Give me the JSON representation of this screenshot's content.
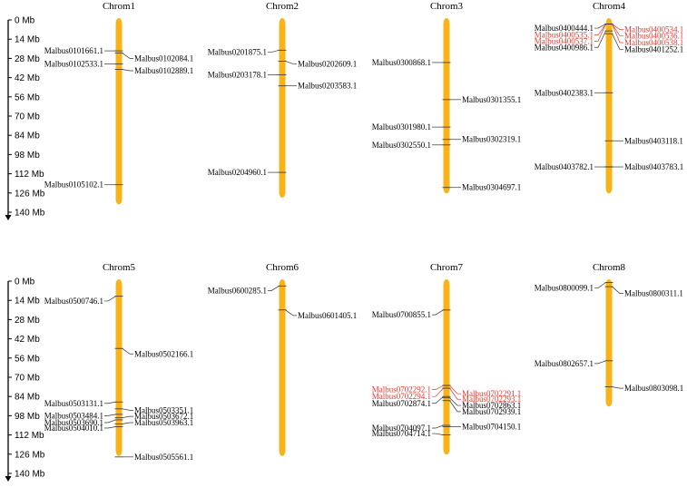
{
  "colors": {
    "chromosome": "#F8B318",
    "gene_default": "#000000",
    "gene_highlight": "#E03A2E",
    "axis": "#000000"
  },
  "y_axis": {
    "unit": "Mb",
    "ticks": [
      "0 Mb",
      "14 Mb",
      "28 Mb",
      "42 Mb",
      "56 Mb",
      "70 Mb",
      "84 Mb",
      "98 Mb",
      "112 Mb",
      "126 Mb",
      "140 Mb"
    ],
    "tick_values": [
      0,
      14,
      28,
      42,
      56,
      70,
      84,
      98,
      112,
      126,
      140
    ]
  },
  "panels": [
    {
      "chromosomes": [
        {
          "name": "Chrom1",
          "length_mb": 133,
          "genes": [
            {
              "id": "Malbus0101661.1",
              "pos": 22.5,
              "side": "left",
              "label_pos": 22.5
            },
            {
              "id": "Malbus0102084.1",
              "pos": 24,
              "side": "right",
              "label_pos": 28
            },
            {
              "id": "Malbus0102533.1",
              "pos": 32,
              "side": "left",
              "label_pos": 32
            },
            {
              "id": "Malbus0102889.1",
              "pos": 36,
              "side": "right",
              "label_pos": 37
            },
            {
              "id": "Malbus0105102.1",
              "pos": 120,
              "side": "left",
              "label_pos": 120
            }
          ]
        },
        {
          "name": "Chrom2",
          "length_mb": 128,
          "genes": [
            {
              "id": "Malbus0201875.1",
              "pos": 22,
              "side": "left",
              "label_pos": 23.5
            },
            {
              "id": "Malbus0202609.1",
              "pos": 30,
              "side": "right",
              "label_pos": 32
            },
            {
              "id": "Malbus0203178.1",
              "pos": 40,
              "side": "left",
              "label_pos": 40
            },
            {
              "id": "Malbus0203583.1",
              "pos": 48,
              "side": "right",
              "label_pos": 48
            },
            {
              "id": "Malbus0204960.1",
              "pos": 111,
              "side": "left",
              "label_pos": 111
            }
          ]
        },
        {
          "name": "Chrom3",
          "length_mb": 125,
          "genes": [
            {
              "id": "Malbus0300868.1",
              "pos": 31,
              "side": "left",
              "label_pos": 31
            },
            {
              "id": "Malbus0301355.1",
              "pos": 58,
              "side": "right",
              "label_pos": 58
            },
            {
              "id": "Malbus0301980.1",
              "pos": 78,
              "side": "left",
              "label_pos": 78
            },
            {
              "id": "Malbus0302319.1",
              "pos": 87,
              "side": "right",
              "label_pos": 87
            },
            {
              "id": "Malbus0302550.1",
              "pos": 91,
              "side": "left",
              "label_pos": 91
            },
            {
              "id": "Malbus0304697.1",
              "pos": 122,
              "side": "right",
              "label_pos": 122
            }
          ]
        },
        {
          "name": "Chrom4",
          "length_mb": 125,
          "genes": [
            {
              "id": "Malbus0400444.1",
              "pos": 3,
              "side": "left",
              "label_pos": 6,
              "highlight": false
            },
            {
              "id": "Malbus0400534.1",
              "pos": 3,
              "side": "right",
              "label_pos": 7,
              "highlight": true
            },
            {
              "id": "Malbus0400535.1",
              "pos": 3,
              "side": "left",
              "label_pos": 11,
              "highlight": true
            },
            {
              "id": "Malbus0400536.1",
              "pos": 3,
              "side": "right",
              "label_pos": 11.5,
              "highlight": true
            },
            {
              "id": "Malbus0400537.1",
              "pos": 3,
              "side": "left",
              "label_pos": 15.5,
              "highlight": true
            },
            {
              "id": "Malbus0400538.1",
              "pos": 3,
              "side": "right",
              "label_pos": 16.5,
              "highlight": true
            },
            {
              "id": "Malbus0400986.1",
              "pos": 8,
              "side": "left",
              "label_pos": 20,
              "highlight": false
            },
            {
              "id": "Malbus0401252.1",
              "pos": 10,
              "side": "right",
              "label_pos": 21.5,
              "highlight": false
            },
            {
              "id": "Malbus0402383.1",
              "pos": 53,
              "side": "left",
              "label_pos": 53,
              "highlight": false
            },
            {
              "id": "Malbus0403118.1",
              "pos": 88,
              "side": "right",
              "label_pos": 88,
              "highlight": false
            },
            {
              "id": "Malbus0403782.1",
              "pos": 107,
              "side": "left",
              "label_pos": 107,
              "highlight": false
            },
            {
              "id": "Malbus0403783.1",
              "pos": 107,
              "side": "right",
              "label_pos": 107,
              "highlight": false
            }
          ]
        }
      ]
    },
    {
      "chromosomes": [
        {
          "name": "Chrom5",
          "length_mb": 126,
          "genes": [
            {
              "id": "Malbus0500746.1",
              "pos": 11,
              "side": "left",
              "label_pos": 14.5
            },
            {
              "id": "Malbus0502166.1",
              "pos": 49,
              "side": "right",
              "label_pos": 53
            },
            {
              "id": "Malbus0503131.1",
              "pos": 88,
              "side": "left",
              "label_pos": 89
            },
            {
              "id": "Malbus0503351.1",
              "pos": 93,
              "side": "right",
              "label_pos": 94
            },
            {
              "id": "Malbus0503484.1",
              "pos": 97,
              "side": "left",
              "label_pos": 98
            },
            {
              "id": "Malbus0503672.1",
              "pos": 99.5,
              "side": "right",
              "label_pos": 98.5
            },
            {
              "id": "Malbus0503690.1",
              "pos": 101,
              "side": "left",
              "label_pos": 103
            },
            {
              "id": "Malbus0503963.1",
              "pos": 104,
              "side": "right",
              "label_pos": 103
            },
            {
              "id": "Malbus0504010.1",
              "pos": 106,
              "side": "left",
              "label_pos": 107
            },
            {
              "id": "Malbus0505561.1",
              "pos": 128,
              "side": "right",
              "label_pos": 128
            }
          ]
        },
        {
          "name": "Chrom6",
          "length_mb": 126,
          "genes": [
            {
              "id": "Malbus0600285.1",
              "pos": 3.5,
              "side": "left",
              "label_pos": 7
            },
            {
              "id": "Malbus0601405.1",
              "pos": 21,
              "side": "right",
              "label_pos": 25
            }
          ]
        },
        {
          "name": "Chrom7",
          "length_mb": 125,
          "genes": [
            {
              "id": "Malbus0700855.1",
              "pos": 21,
              "side": "left",
              "label_pos": 24.5,
              "highlight": false
            },
            {
              "id": "Malbus0702292.1",
              "pos": 76,
              "side": "left",
              "label_pos": 79,
              "highlight": true
            },
            {
              "id": "Malbus0702291.1",
              "pos": 76,
              "side": "right",
              "label_pos": 82,
              "highlight": true
            },
            {
              "id": "Malbus0702294.1",
              "pos": 78,
              "side": "left",
              "label_pos": 84,
              "highlight": true
            },
            {
              "id": "Malbus0702293.1",
              "pos": 78,
              "side": "right",
              "label_pos": 86,
              "highlight": true
            },
            {
              "id": "Malbus0702874.1",
              "pos": 84,
              "side": "left",
              "label_pos": 89,
              "highlight": false
            },
            {
              "id": "Malbus0702863.1",
              "pos": 85,
              "side": "right",
              "label_pos": 90.5,
              "highlight": false
            },
            {
              "id": "Malbus0702939.1",
              "pos": 87,
              "side": "right",
              "label_pos": 95,
              "highlight": false
            },
            {
              "id": "Malbus0704097.1",
              "pos": 105,
              "side": "left",
              "label_pos": 107,
              "highlight": false
            },
            {
              "id": "Malbus0704150.1",
              "pos": 106,
              "side": "right",
              "label_pos": 106,
              "highlight": false
            },
            {
              "id": "Malbus0704714.1",
              "pos": 112,
              "side": "left",
              "label_pos": 111,
              "highlight": false
            }
          ]
        },
        {
          "name": "Chrom8",
          "length_mb": 90,
          "genes": [
            {
              "id": "Malbus0800099.1",
              "pos": 1,
              "side": "left",
              "label_pos": 5
            },
            {
              "id": "Malbus0800311.1",
              "pos": 4,
              "side": "right",
              "label_pos": 9
            },
            {
              "id": "Malbus0802657.1",
              "pos": 58,
              "side": "left",
              "label_pos": 60
            },
            {
              "id": "Malbus0803098.1",
              "pos": 77,
              "side": "right",
              "label_pos": 78
            }
          ]
        }
      ]
    }
  ]
}
